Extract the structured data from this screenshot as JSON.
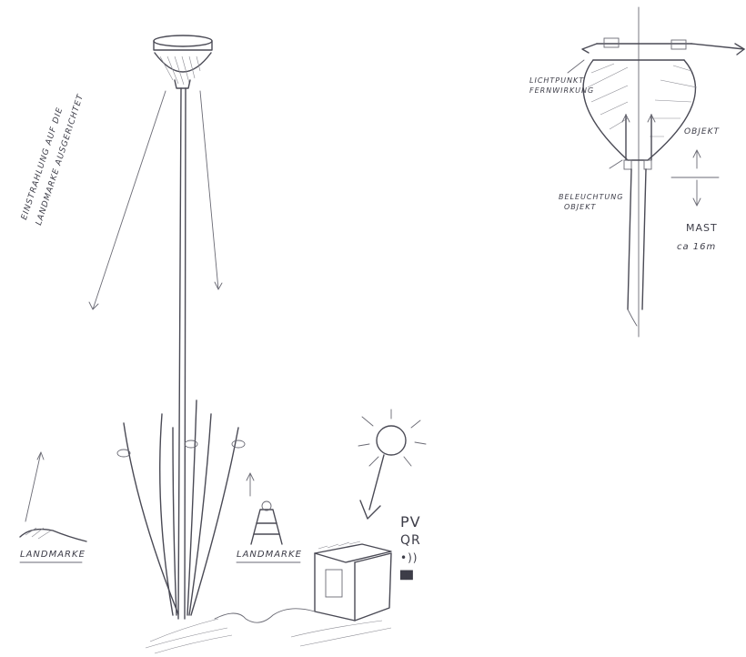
{
  "sketch": {
    "left": {
      "vertical_note_line1": "EINSTRAHLUNG AUF DIE",
      "vertical_note_line2": "LANDMARKE AUSGERICHTET",
      "landmark_label_left": "LANDMARKE",
      "landmark_label_right": "LANDMARKE",
      "box_label_pv": "PV",
      "box_label_qr": "QR",
      "box_label_wifi": "•))",
      "box_label_battery": "██"
    },
    "right": {
      "light_label_line1": "LICHTPUNKT",
      "light_label_line2": "FERNWIRKUNG",
      "object_light_line1": "BELEUCHTUNG",
      "object_light_line2": "OBJEKT",
      "object_label": "OBJEKT",
      "mast_label": "MAST",
      "height_label": "ca 16m"
    }
  }
}
